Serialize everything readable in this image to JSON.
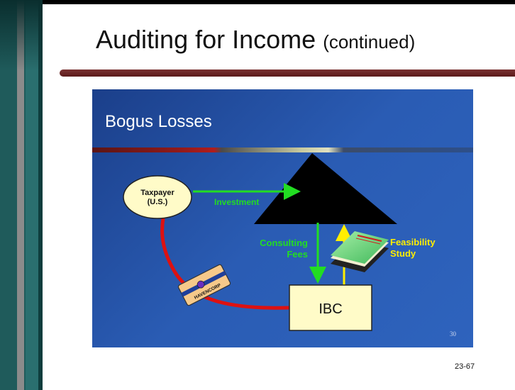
{
  "title": {
    "main": "Auditing for Income",
    "suffix": "(continued)"
  },
  "slide": {
    "title": "Bogus Losses",
    "number": "30"
  },
  "diagram": {
    "taxpayer": {
      "line1": "Taxpayer",
      "line2": "(U.S.)"
    },
    "investment_label": "Investment",
    "consulting_label": {
      "line1": "Consulting",
      "line2": "Fees"
    },
    "feasibility_label": {
      "line1": "Feasibility",
      "line2": "Study"
    },
    "ibc_label": "IBC",
    "card_label": "HAVENCORP"
  },
  "page_number": "23-67",
  "colors": {
    "left_bar": "#1f5b5b",
    "title_rule": "#6b2525",
    "slide_bg": "#2a5cb4",
    "green_arrow": "#22dd22",
    "yellow_arrow": "#ffee00",
    "red_curve": "#dd1111",
    "box_fill": "#fffbc8"
  }
}
